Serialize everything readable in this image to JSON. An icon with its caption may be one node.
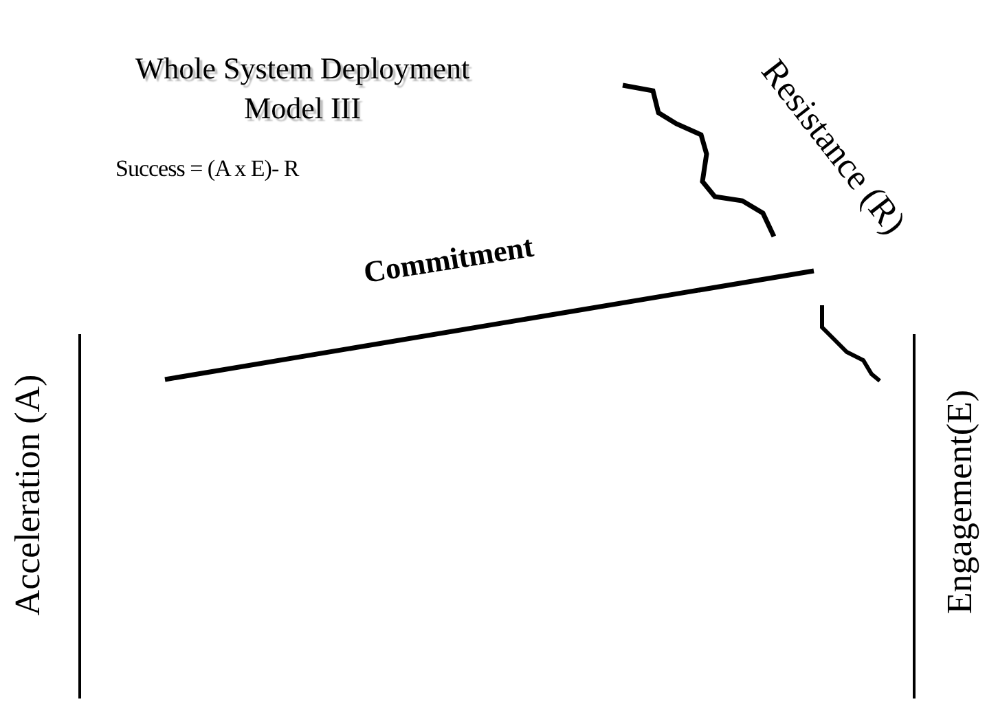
{
  "diagram": {
    "title": "Whole System Deployment Model III",
    "labels": [
      "Success = (A x E)- R",
      "Resistance (R)",
      "Commitment",
      "Acceleration (A)",
      "Engagement(E)"
    ]
  }
}
